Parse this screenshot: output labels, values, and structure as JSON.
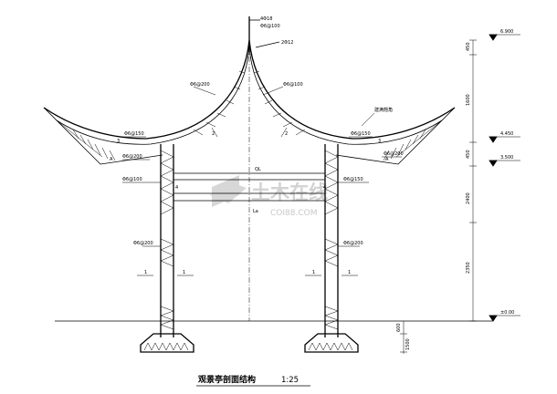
{
  "drawing": {
    "title": "观景亭剖面结构",
    "scale": "1:25",
    "watermark": "土木在线",
    "watermark_url": "COI88.COM",
    "levels": [
      "6.900",
      "4.450",
      "3.500",
      "±0.00"
    ],
    "beam_labels": {
      "ql": "QL",
      "la": "La"
    },
    "roof_note": "建满翘角",
    "top_rebar": [
      "4Φ18",
      "Φ6@100",
      "2Φ12"
    ],
    "rebar": [
      "Φ6@200",
      "Φ6@150",
      "Φ6@100",
      "Φ6@200",
      "Φ6@100",
      "Φ6@150",
      "Φ6@200",
      "Φ6@150",
      "Φ6@200",
      "Φ6@200"
    ],
    "section_marks": [
      "1",
      "1",
      "1",
      "1",
      "2",
      "2",
      "3",
      "3",
      "4",
      "4",
      "A",
      "A"
    ],
    "dims_right": [
      "450",
      "1600",
      "450",
      "2400",
      "2350"
    ],
    "base_dims": [
      "600",
      "1500"
    ]
  }
}
